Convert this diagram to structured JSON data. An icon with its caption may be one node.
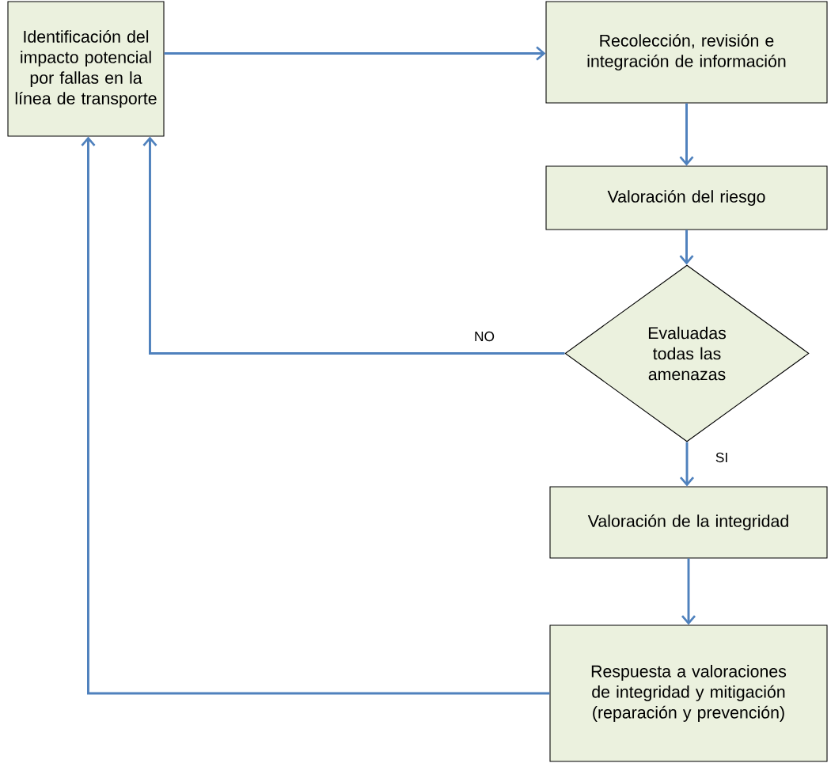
{
  "diagram": {
    "nodes": [
      {
        "text": [
          "Identificación del impacto potencial por fallas en la línea de transporte"
        ]
      },
      {
        "text": [
          "Recolección, revisión e integración de información"
        ]
      },
      {
        "text": [
          "Valoración del riesgo"
        ]
      },
      {
        "text": [
          "Evaluadas todas las amenazas"
        ]
      },
      {
        "text": [
          "Valoración de la integridad"
        ]
      },
      {
        "text": [
          "Respuesta a valoraciones de integridad y mitigación (reparación y prevención)"
        ]
      }
    ],
    "edges": [
      {
        "from": 0,
        "to": 1,
        "arrow": "to"
      },
      {
        "from": 1,
        "to": 2,
        "arrow": "to"
      },
      {
        "from": 2,
        "to": 3,
        "arrow": "to"
      },
      {
        "from": 3,
        "to": 0,
        "arrow": "to",
        "label": "NO"
      },
      {
        "from": 3,
        "to": 4,
        "arrow": "to",
        "label": "SI"
      },
      {
        "from": 4,
        "to": 5,
        "arrow": "to"
      },
      {
        "from": 5,
        "to": 0,
        "arrow": "to"
      }
    ]
  }
}
